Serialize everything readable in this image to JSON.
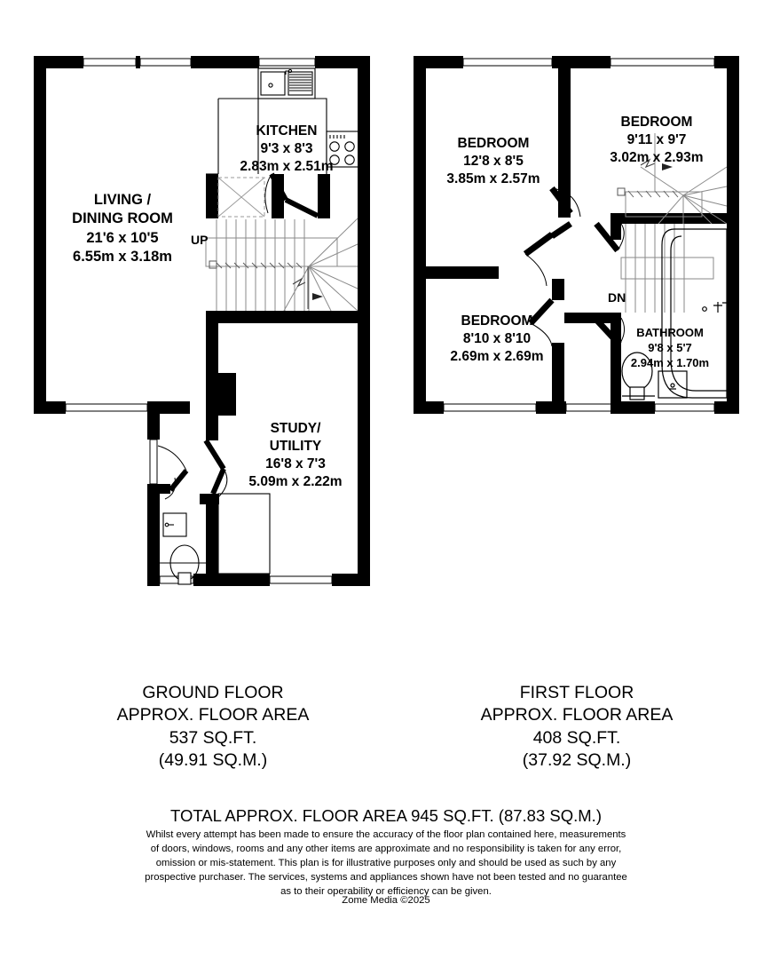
{
  "document": {
    "type": "floor-plan",
    "credit": "Zome Media ©2025",
    "total_area_line": "TOTAL APPROX. FLOOR AREA 945 SQ.FT. (87.83 SQ.M.)",
    "disclaimer_lines": [
      "Whilst every attempt has been made to ensure the accuracy of the floor plan contained here, measurements",
      "of doors, windows, rooms and any other items are approximate and no responsibility is taken for any error,",
      "omission or mis-statement. This plan is for illustrative purposes only and should be used as such by any",
      "prospective purchaser. The services, systems and appliances shown have not been tested and no guarantee",
      "as to their operability or efficiency can be given."
    ]
  },
  "colors": {
    "wall": "#000000",
    "fixture_line": "#000000",
    "stair_line": "#8a8a8a",
    "background": "#ffffff",
    "text": "#000000"
  },
  "floors": [
    {
      "id": "ground",
      "caption_lines": [
        "GROUND FLOOR",
        "APPROX. FLOOR AREA",
        "537 SQ.FT.",
        "(49.91 SQ.M.)"
      ],
      "name": "GROUND FLOOR",
      "area_sqft": "537 SQ.FT.",
      "area_sqm": "(49.91 SQ.M.)",
      "stair_flag": "UP",
      "rooms": [
        {
          "name": "LIVING / DINING ROOM",
          "name_lines": [
            "LIVING /",
            "DINING ROOM"
          ],
          "imperial": "21'6 x 10'5",
          "metric": "6.55m x 3.18m"
        },
        {
          "name": "KITCHEN",
          "name_lines": [
            "KITCHEN"
          ],
          "imperial": "9'3 x 8'3",
          "metric": "2.83m x 2.51m"
        },
        {
          "name": "STUDY/ UTILITY",
          "name_lines": [
            "STUDY/",
            "UTILITY"
          ],
          "imperial": "16'8 x 7'3",
          "metric": "5.09m x 2.22m"
        }
      ]
    },
    {
      "id": "first",
      "caption_lines": [
        "FIRST FLOOR",
        "APPROX. FLOOR AREA",
        "408 SQ.FT.",
        "(37.92 SQ.M.)"
      ],
      "name": "FIRST FLOOR",
      "area_sqft": "408 SQ.FT.",
      "area_sqm": "(37.92 SQ.M.)",
      "stair_flag": "DN",
      "rooms": [
        {
          "name": "BEDROOM",
          "name_lines": [
            "BEDROOM"
          ],
          "imperial": "12'8 x 8'5",
          "metric": "3.85m x 2.57m"
        },
        {
          "name": "BEDROOM",
          "name_lines": [
            "BEDROOM"
          ],
          "imperial": "9'11 x 9'7",
          "metric": "3.02m x 2.93m"
        },
        {
          "name": "BEDROOM",
          "name_lines": [
            "BEDROOM"
          ],
          "imperial": "8'10 x 8'10",
          "metric": "2.69m x 2.69m"
        },
        {
          "name": "BATHROOM",
          "name_lines": [
            "BATHROOM"
          ],
          "imperial": "9'8 x 5'7",
          "metric": "2.94m x 1.70m"
        }
      ]
    }
  ],
  "fixtures": {
    "ground": [
      "kitchen-sink-icon",
      "kitchen-hob-icon",
      "kitchen-worktop-icon",
      "wc-toilet-icon",
      "wc-basin-icon",
      "staircase-icon"
    ],
    "first": [
      "bath-tub-icon",
      "wc-toilet-icon",
      "wash-basin-icon",
      "staircase-icon"
    ]
  }
}
